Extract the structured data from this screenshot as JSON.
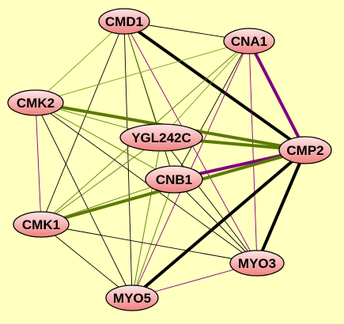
{
  "network": {
    "background_color": "#ffffc0",
    "node_fill_light": "#ffe6e6",
    "node_fill_dark": "#f08080",
    "node_border": "#000000",
    "edge_type_colors": {
      "black": "#000000",
      "purple": "#800080",
      "green": "#5a7a00",
      "olive": "#7a9a1a"
    },
    "nodes": [
      {
        "id": "CMD1",
        "label": "CMD1"
      },
      {
        "id": "CNA1",
        "label": "CNA1"
      },
      {
        "id": "CMK2",
        "label": "CMK2"
      },
      {
        "id": "YGL242C",
        "label": "YGL242C"
      },
      {
        "id": "CMP2",
        "label": "CMP2"
      },
      {
        "id": "CNB1",
        "label": "CNB1"
      },
      {
        "id": "CMK1",
        "label": "CMK1"
      },
      {
        "id": "MYO3",
        "label": "MYO3"
      },
      {
        "id": "MYO5",
        "label": "MYO5"
      }
    ],
    "edges": [
      {
        "source": "CMD1",
        "target": "CNA1",
        "type": "black",
        "weight": "thin"
      },
      {
        "source": "CMD1",
        "target": "CMP2",
        "type": "black",
        "weight": "thick"
      },
      {
        "source": "CMD1",
        "target": "CMK2",
        "type": "olive",
        "weight": "thin"
      },
      {
        "source": "CMD1",
        "target": "CMK1",
        "type": "black",
        "weight": "thin"
      },
      {
        "source": "CMD1",
        "target": "MYO5",
        "type": "black",
        "weight": "thin"
      },
      {
        "source": "CMD1",
        "target": "MYO3",
        "type": "purple",
        "weight": "thin"
      },
      {
        "source": "CMD1",
        "target": "CNB1",
        "type": "black",
        "weight": "thin"
      },
      {
        "source": "CMD1",
        "target": "YGL242C",
        "type": "green",
        "weight": "thin"
      },
      {
        "source": "CNA1",
        "target": "CMP2",
        "type": "purple",
        "weight": "thick"
      },
      {
        "source": "CNA1",
        "target": "CMK2",
        "type": "olive",
        "weight": "thin"
      },
      {
        "source": "CNA1",
        "target": "MYO3",
        "type": "purple",
        "weight": "thin"
      },
      {
        "source": "CNA1",
        "target": "MYO5",
        "type": "purple",
        "weight": "thin"
      },
      {
        "source": "CNA1",
        "target": "CMK1",
        "type": "green",
        "weight": "thin"
      },
      {
        "source": "CNA1",
        "target": "CNB1",
        "type": "black",
        "weight": "thin"
      },
      {
        "source": "CNA1",
        "target": "YGL242C",
        "type": "olive",
        "weight": "thin"
      },
      {
        "source": "CMK2",
        "target": "CMP2",
        "type": "green",
        "weight": "thick"
      },
      {
        "source": "CMK2",
        "target": "YGL242C",
        "type": "green",
        "weight": "thin"
      },
      {
        "source": "CMK2",
        "target": "CNB1",
        "type": "green",
        "weight": "thin"
      },
      {
        "source": "CMK2",
        "target": "CMK1",
        "type": "purple",
        "weight": "thin"
      },
      {
        "source": "CMK2",
        "target": "MYO3",
        "type": "black",
        "weight": "thin"
      },
      {
        "source": "CMK2",
        "target": "MYO5",
        "type": "black",
        "weight": "thin"
      },
      {
        "source": "YGL242C",
        "target": "CMP2",
        "type": "green",
        "weight": "thick"
      },
      {
        "source": "YGL242C",
        "target": "CMK1",
        "type": "green",
        "weight": "thin"
      },
      {
        "source": "YGL242C",
        "target": "MYO3",
        "type": "black",
        "weight": "thin"
      },
      {
        "source": "YGL242C",
        "target": "MYO5",
        "type": "green",
        "weight": "thin"
      },
      {
        "source": "CMP2",
        "target": "CNB1",
        "type": "purple",
        "weight": "thick"
      },
      {
        "source": "CMP2",
        "target": "CMK1",
        "type": "green",
        "weight": "thick"
      },
      {
        "source": "CMP2",
        "target": "MYO3",
        "type": "black",
        "weight": "thick"
      },
      {
        "source": "CMP2",
        "target": "MYO5",
        "type": "black",
        "weight": "thick"
      },
      {
        "source": "CNB1",
        "target": "CMK1",
        "type": "green",
        "weight": "thin"
      },
      {
        "source": "CNB1",
        "target": "MYO3",
        "type": "black",
        "weight": "thin"
      },
      {
        "source": "CNB1",
        "target": "MYO5",
        "type": "green",
        "weight": "thin"
      },
      {
        "source": "CMK1",
        "target": "MYO5",
        "type": "black",
        "weight": "thin"
      },
      {
        "source": "CMK1",
        "target": "MYO3",
        "type": "black",
        "weight": "thin"
      },
      {
        "source": "MYO5",
        "target": "MYO3",
        "type": "purple",
        "weight": "thin"
      }
    ]
  }
}
